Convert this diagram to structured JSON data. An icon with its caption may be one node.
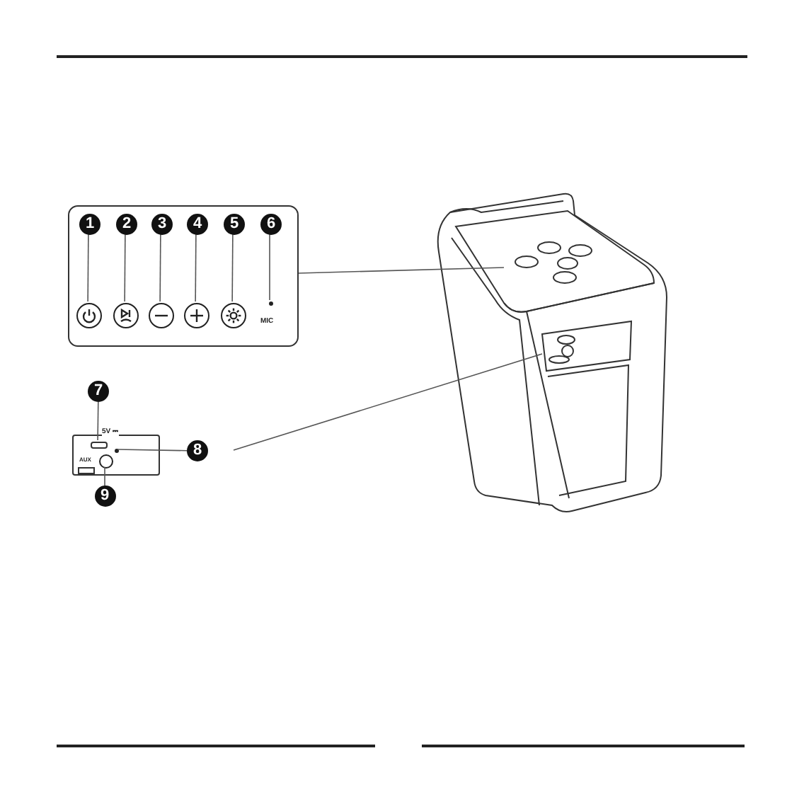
{
  "diagram": {
    "nodes": [
      {
        "text": [],
        "shape": "box"
      },
      {
        "text": [
          "1"
        ],
        "in": 0
      },
      {
        "text": [
          "2"
        ],
        "in": 0
      },
      {
        "text": [
          "3"
        ],
        "in": 0
      },
      {
        "text": [
          "4"
        ],
        "in": 0
      },
      {
        "text": [
          "5"
        ],
        "in": 0
      },
      {
        "text": [
          "6"
        ],
        "in": 0
      },
      {
        "text": [],
        "shape": "circle",
        "in": 0
      },
      {
        "text": [],
        "shape": "circle",
        "in": 0
      },
      {
        "text": [],
        "shape": "circle",
        "in": 0
      },
      {
        "text": [],
        "shape": "circle",
        "in": 0
      },
      {
        "text": [],
        "shape": "circle",
        "in": 0
      },
      {
        "text": [],
        "shape": "circle",
        "in": 0
      },
      {
        "text": [],
        "shape": "picture"
      },
      {
        "text": [],
        "shape": "box"
      },
      {
        "text": [
          "7"
        ]
      },
      {
        "text": [
          "8"
        ]
      },
      {
        "text": [
          "9"
        ]
      },
      {
        "text": [],
        "shape": "box",
        "in": 14
      },
      {
        "text": [],
        "shape": "circle",
        "in": 14
      },
      {
        "text": [],
        "shape": "circle",
        "in": 14
      }
    ],
    "edges": [
      {
        "from": 1,
        "to": 7,
        "arrow": "none"
      },
      {
        "from": 2,
        "to": 8,
        "arrow": "none"
      },
      {
        "from": 3,
        "to": 9,
        "arrow": "none"
      },
      {
        "from": 4,
        "to": 10,
        "arrow": "none"
      },
      {
        "from": 5,
        "to": 11,
        "arrow": "none"
      },
      {
        "from": 6,
        "to": 12,
        "arrow": "none"
      },
      {
        "from": 0,
        "to": 13,
        "arrow": "none"
      },
      {
        "from": null,
        "to": 13,
        "arrow": "none"
      },
      {
        "from": 15,
        "to": 18,
        "arrow": "none"
      },
      {
        "from": 16,
        "to": 19,
        "arrow": "none"
      },
      {
        "from": 17,
        "to": 20,
        "arrow": "none"
      }
    ],
    "labels": [
      "MIC",
      "5V ⎓",
      "AUX"
    ]
  }
}
